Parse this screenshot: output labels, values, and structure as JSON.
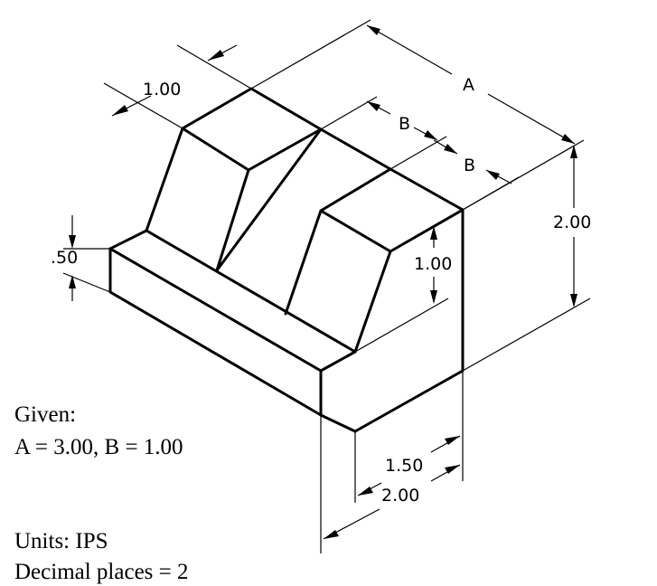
{
  "dimensions": {
    "top_depth": "1.00",
    "width_a": "A",
    "slot_b_upper": "B",
    "slot_b_lower": "B",
    "height_total": "2.00",
    "base_height": ".50",
    "step_height": "1.00",
    "step_depth": "1.50",
    "total_depth": "2.00"
  },
  "notes": {
    "given_title": "Given:",
    "given_values": "A = 3.00, B = 1.00",
    "units": "Units: IPS",
    "decimals": "Decimal places = 2"
  }
}
